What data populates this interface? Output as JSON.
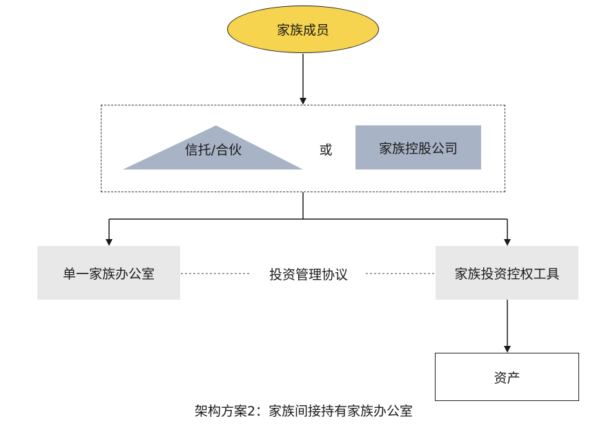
{
  "nodes": {
    "family_members": "家族成员",
    "trust_partnership": "信托/合伙",
    "or": "或",
    "family_holding_company": "家族控股公司",
    "single_family_office": "单一家族办公室",
    "investment_management_agreement": "投资管理协议",
    "family_investment_holding_vehicle": "家族投资控权工具",
    "assets": "资产"
  },
  "caption": "架构方案2：家族间接持有家族办公室",
  "colors": {
    "ellipse_fill": "#f6d44f",
    "triangle_fill": "#a8b3c5",
    "holding_company_fill": "#a8b3c5",
    "grey_box_fill": "#e8e8e8",
    "line": "#1a1a1a"
  }
}
